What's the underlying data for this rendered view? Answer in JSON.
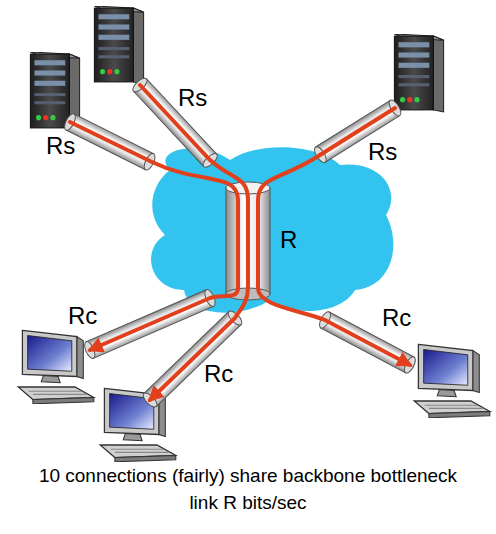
{
  "diagram": {
    "caption": "10 connections (fairly) share backbone bottleneck link R bits/sec",
    "labels": [
      "Rs",
      "Rs",
      "Rs",
      "R",
      "Rc",
      "Rc",
      "Rc"
    ]
  }
}
